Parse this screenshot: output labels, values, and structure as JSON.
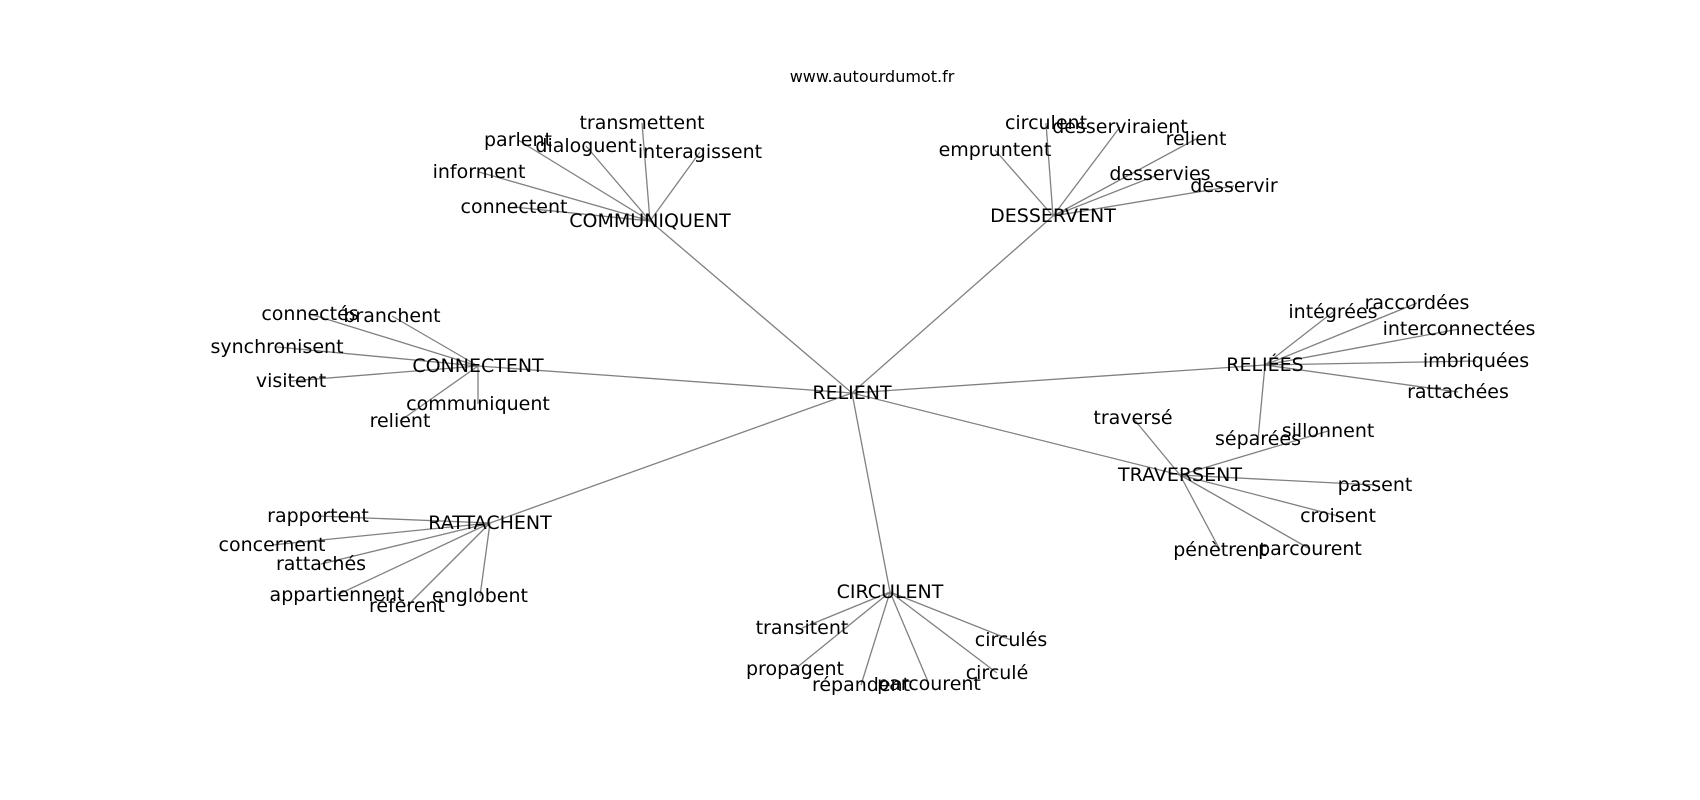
{
  "site": "www.autourdumot.fr",
  "center": "RELIENT",
  "groups": [
    {
      "word": "COMMUNIQUENT",
      "children": [
        "transmettent",
        "parlent",
        "dialoguent",
        "interagissent",
        "informent",
        "connectent"
      ]
    },
    {
      "word": "DESSERVENT",
      "children": [
        "circulent",
        "desserviraient",
        "relient",
        "empruntent",
        "desservies",
        "desservir"
      ]
    },
    {
      "word": "CONNECTENT",
      "children": [
        "connectés",
        "branchent",
        "synchronisent",
        "visitent",
        "communiquent",
        "relient"
      ]
    },
    {
      "word": "RELIÉES",
      "children": [
        "intégrées",
        "raccordées",
        "interconnectées",
        "imbriquées",
        "rattachées",
        "séparées"
      ]
    },
    {
      "word": "TRAVERSENT",
      "children": [
        "traversé",
        "sillonnent",
        "passent",
        "croisent",
        "pénètrent",
        "parcourent"
      ]
    },
    {
      "word": "RATTACHENT",
      "children": [
        "rapportent",
        "concernent",
        "rattachés",
        "appartiennent",
        "réfèrent",
        "englobent"
      ]
    },
    {
      "word": "CIRCULENT",
      "children": [
        "transitent",
        "circulés",
        "propagent",
        "circulé",
        "répandent",
        "parcourent"
      ]
    }
  ]
}
